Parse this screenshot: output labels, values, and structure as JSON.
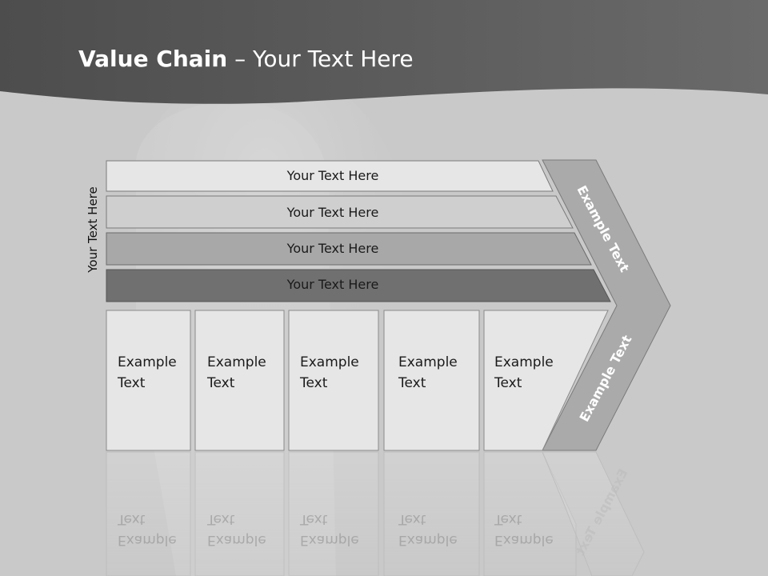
{
  "title": {
    "bold": "Value Chain",
    "rest": " – Your Text Here"
  },
  "side_label": "Your Text Here",
  "rows": [
    {
      "label": "Your Text Here",
      "fill": "#e6e6e6"
    },
    {
      "label": "Your Text Here",
      "fill": "#cfcfcf"
    },
    {
      "label": "Your Text Here",
      "fill": "#a8a8a8"
    },
    {
      "label": "Your Text Here",
      "fill": "#707070"
    }
  ],
  "boxes": [
    {
      "line1": "Example",
      "line2": "Text"
    },
    {
      "line1": "Example",
      "line2": "Text"
    },
    {
      "line1": "Example",
      "line2": "Text"
    },
    {
      "line1": "Example",
      "line2": "Text"
    },
    {
      "line1": "Example",
      "line2": "Text"
    }
  ],
  "chevron": {
    "upper_text": "Example Text",
    "lower_text": "Example Text"
  },
  "colors": {
    "header": "#555555",
    "background": "#c9c9c9",
    "box_fill": "#e6e6e6",
    "chevron_fill": "#aaaaaa"
  }
}
